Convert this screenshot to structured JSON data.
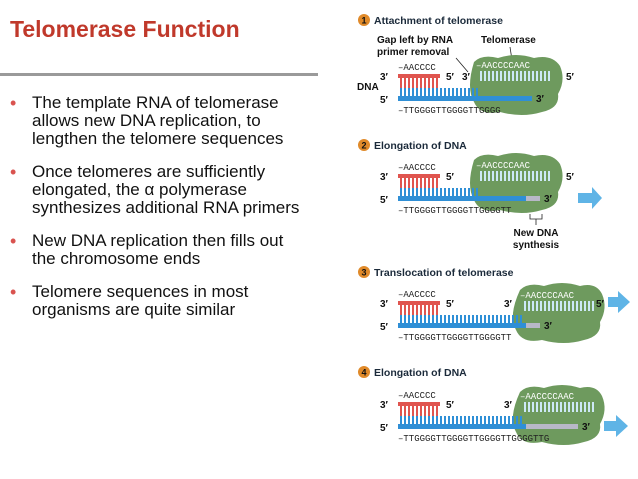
{
  "title": "Telomerase Function",
  "bullets": [
    "The template RNA of telomerase allows new DNA replication, to lengthen the telomere sequences",
    "Once telomeres are sufficiently elongated, the α polymerase synthesizes additional RNA primers",
    "New DNA replication then fills out the chromosome ends",
    "Telomere sequences in most organisms are quite similar"
  ],
  "diagram": {
    "steps": [
      {
        "num": "1",
        "title": "Attachment of telomerase"
      },
      {
        "num": "2",
        "title": "Elongation of DNA"
      },
      {
        "num": "3",
        "title": "Translocation of telomerase"
      },
      {
        "num": "4",
        "title": "Elongation of DNA"
      }
    ],
    "labels": {
      "gap_line1": "Gap left by RNA",
      "gap_line2": "primer removal",
      "telomerase": "Telomerase",
      "dna": "DNA",
      "new_dna_line1": "New DNA",
      "new_dna_line2": "synthesis"
    },
    "primes": {
      "five": "5′",
      "three": "3′"
    },
    "sequences": {
      "top": "–AACCCC",
      "template": "–AACCCCAAC",
      "bottom1": "–TTGGGGTTGGGGTTGGGG",
      "bottom2": "–TTGGGGTTGGGGTTGGGGTT",
      "bottom3": "–TTGGGGTTGGGGTTGGGGTT",
      "bottom4": "–TTGGGGTTGGGGTTGGGGTTGGGGTTG"
    }
  },
  "colors": {
    "title": "#c0392b",
    "rna_primer": "#e0554f",
    "dna_strand": "#2f8fd6",
    "new_dna": "#b8b8c8",
    "telomerase": "#6e9a5e",
    "arrow": "#5fb4e6",
    "step_circle": "#e08a2a"
  }
}
